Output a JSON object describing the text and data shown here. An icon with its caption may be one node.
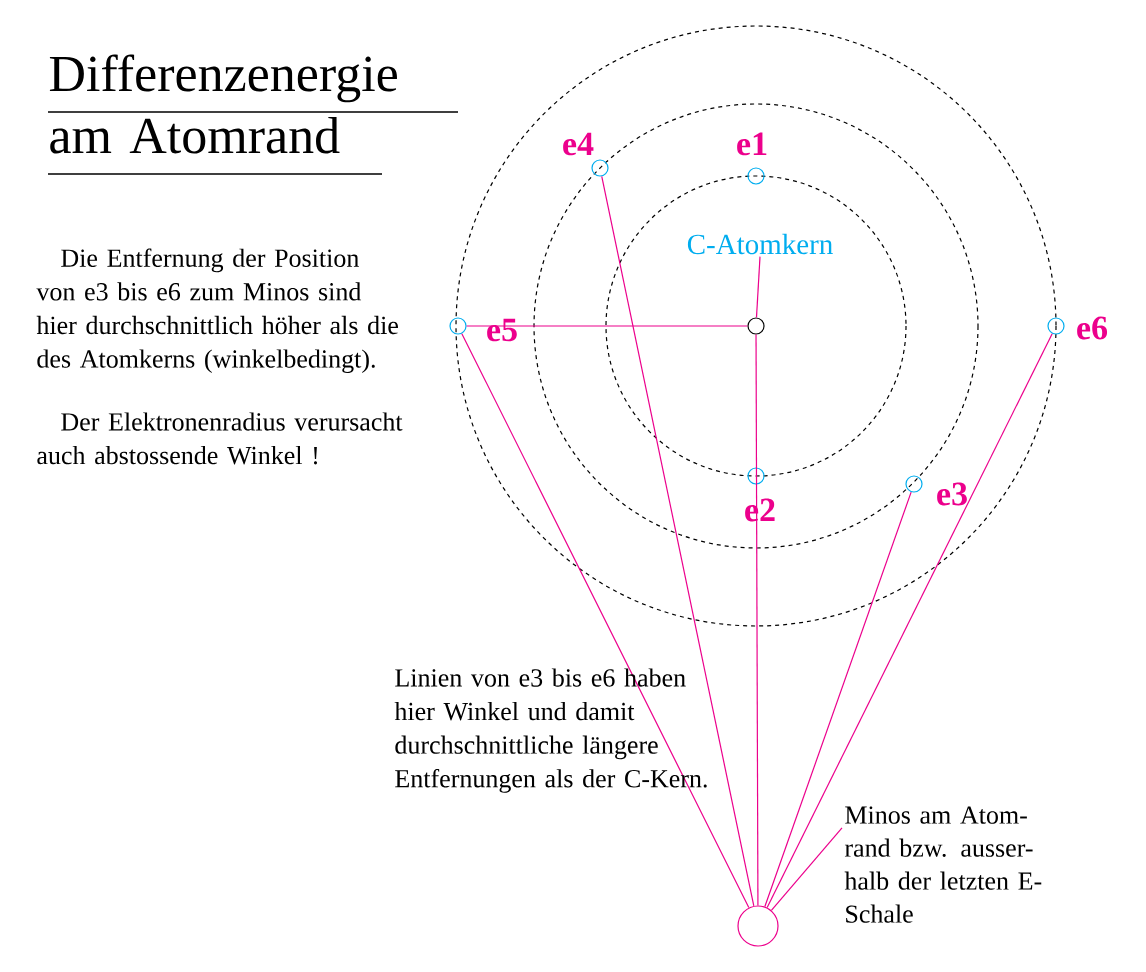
{
  "diagram": {
    "title": "Differenzenergie am Atomrand",
    "nodes": [
      {
        "text": [],
        "shape": "circle",
        "beside": [
          "e1"
        ]
      },
      {
        "text": [],
        "shape": "circle",
        "beside": [
          "e2"
        ]
      },
      {
        "text": [],
        "shape": "circle",
        "beside": [
          "e3"
        ]
      },
      {
        "text": [],
        "shape": "circle",
        "beside": [
          "e4"
        ]
      },
      {
        "text": [],
        "shape": "circle",
        "beside": [
          "e5"
        ]
      },
      {
        "text": [],
        "shape": "circle",
        "beside": [
          "e6"
        ]
      },
      {
        "text": [],
        "shape": "circle"
      },
      {
        "text": [
          "C-Atomkern"
        ]
      },
      {
        "text": [],
        "shape": "circle"
      },
      {
        "text": [
          "Minos am Atom- rand bzw. ausser- halb der letzten E-Schale"
        ]
      }
    ],
    "edges": [
      {
        "from": 4,
        "to": 6,
        "arrow": "none"
      },
      {
        "from": 6,
        "to": 8,
        "arrow": "none"
      },
      {
        "from": 3,
        "to": 8,
        "arrow": "none"
      },
      {
        "from": 4,
        "to": 8,
        "arrow": "none"
      },
      {
        "from": 2,
        "to": 8,
        "arrow": "none"
      },
      {
        "from": 5,
        "to": 8,
        "arrow": "none"
      },
      {
        "from": 7,
        "to": 6,
        "arrow": "none"
      },
      {
        "from": 9,
        "to": 8,
        "arrow": "none"
      }
    ],
    "labels": [
      "Die Entfernung der Position von e3 bis e6 zum Minos sind hier durchschnittlich höher als die des Atomkerns (winkelbedingt).",
      "Der Elektronenradius verursacht auch abstossende Winkel !",
      "Linien von e3 bis e6 haben hier Winkel und damit durchschnittliche längere Entfernungen als der C-Kern."
    ]
  }
}
